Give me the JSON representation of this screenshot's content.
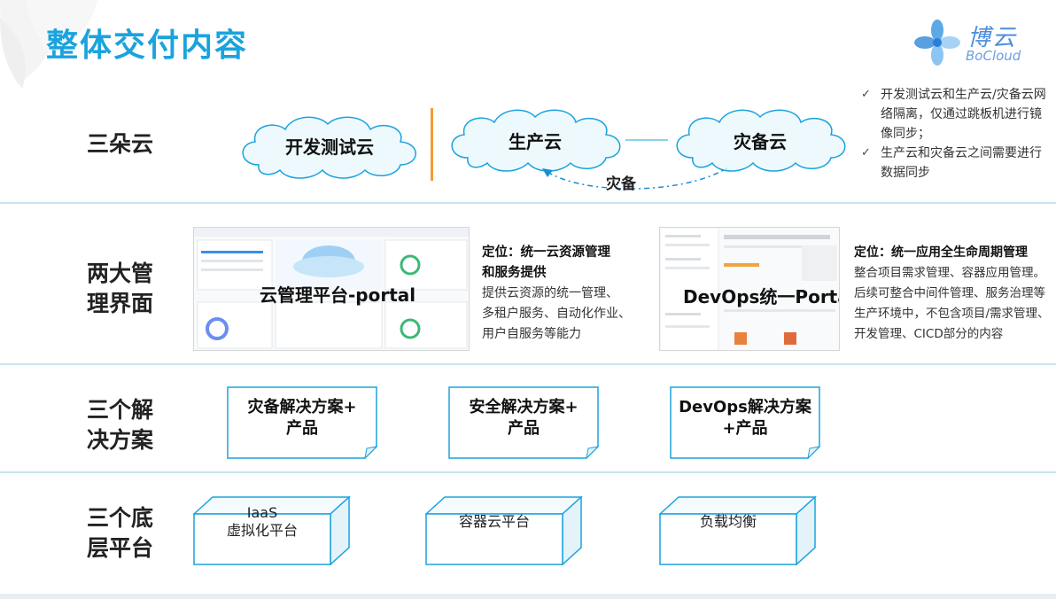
{
  "title": "整体交付内容",
  "logo": {
    "cn": "博云",
    "en": "BoCloud"
  },
  "colors": {
    "accent": "#1aa3dd",
    "cloud_stroke": "#1aa3dd",
    "cloud_fill": "#eef9fd",
    "separator": "#f29c38",
    "box_stroke": "#1aa3dd"
  },
  "rows": {
    "clouds": {
      "label": "三朵云"
    },
    "portals": {
      "label_line1": "两大管",
      "label_line2": "理界面"
    },
    "solutions": {
      "label_line1": "三个解",
      "label_line2": "决方案"
    },
    "platforms": {
      "label_line1": "三个底",
      "label_line2": "层平台"
    }
  },
  "clouds": {
    "dev": "开发测试云",
    "prod": "生产云",
    "dr": "灾备云",
    "dr_arrow_label": "灾备"
  },
  "notes": [
    "开发测试云和生产云/灾备云网络隔离，仅通过跳板机进行镜像同步；",
    "生产云和灾备云之间需要进行数据同步"
  ],
  "portals": {
    "cloud_portal": {
      "title": "云管理平台-portal",
      "desc_head_1": "定位：统一云资源管理",
      "desc_head_2": "和服务提供",
      "desc_1": "提供云资源的统一管理、",
      "desc_2": "多租户服务、自动化作业、",
      "desc_3": "用户自服务等能力"
    },
    "devops_portal": {
      "title": "DevOps统一Portal",
      "desc_head": "定位：统一应用全生命周期管理",
      "desc_1": "整合项目需求管理、容器应用管理。",
      "desc_2": "后续可整合中间件管理、服务治理等",
      "desc_3": "生产环境中，不包含项目/需求管理、",
      "desc_4": "开发管理、CICD部分的内容"
    }
  },
  "solutions": [
    {
      "line1": "灾备解决方案+",
      "line2": "产品"
    },
    {
      "line1": "安全解决方案+",
      "line2": "产品"
    },
    {
      "line1": "DevOps解决方案",
      "line2": "+产品"
    }
  ],
  "platforms": [
    {
      "line1": "IaaS",
      "line2": "虚拟化平台"
    },
    {
      "line1": "容器云平台",
      "line2": ""
    },
    {
      "line1": "负载均衡",
      "line2": ""
    }
  ]
}
